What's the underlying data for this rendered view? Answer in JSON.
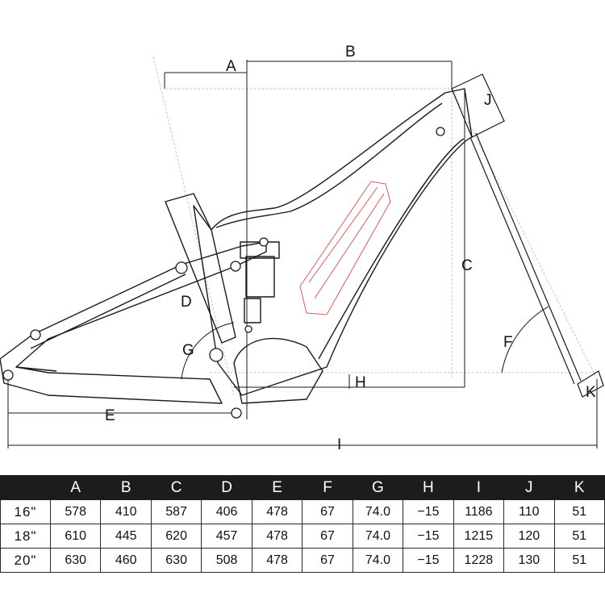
{
  "diagram": {
    "labels": {
      "A": "A",
      "B": "B",
      "C": "C",
      "D": "D",
      "E": "E",
      "F": "F",
      "G": "G",
      "H": "H",
      "I": "I",
      "J": "J",
      "K": "K"
    },
    "colors": {
      "line": "#1a1a1a",
      "construction": "#e8a6a6",
      "battery": "#e05a5a",
      "table_header": "#1c1c1c"
    }
  },
  "table": {
    "columns": [
      "",
      "A",
      "B",
      "C",
      "D",
      "E",
      "F",
      "G",
      "H",
      "I",
      "J",
      "K"
    ],
    "rows": [
      [
        "16\"",
        "578",
        "410",
        "587",
        "406",
        "478",
        "67",
        "74.0",
        "−15",
        "1186",
        "110",
        "51"
      ],
      [
        "18\"",
        "610",
        "445",
        "620",
        "457",
        "478",
        "67",
        "74.0",
        "−15",
        "1215",
        "120",
        "51"
      ],
      [
        "20\"",
        "630",
        "460",
        "630",
        "508",
        "478",
        "67",
        "74.0",
        "−15",
        "1228",
        "130",
        "51"
      ]
    ]
  }
}
